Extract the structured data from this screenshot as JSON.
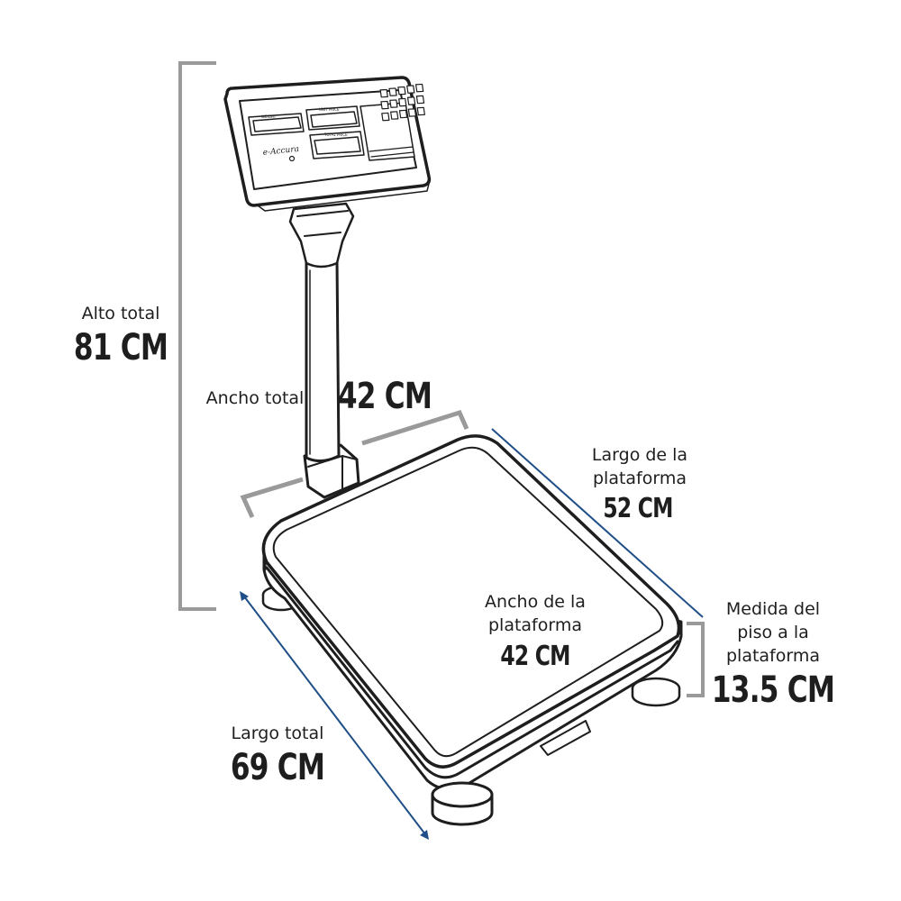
{
  "colors": {
    "outline": "#1e1e1e",
    "gray_dimension": "#9a9a9a",
    "blue_dimension": "#1f4f86",
    "background": "#ffffff"
  },
  "display": {
    "weight_label": "WEIGHT",
    "unit_price_label": "UNIT PRICE",
    "total_price_label": "TOTAL PRICE",
    "brand": "e-Accura"
  },
  "dimensions": {
    "alto_total": {
      "label": "Alto total",
      "value": "81 CM"
    },
    "ancho_total": {
      "label": "Ancho total",
      "value": "42 CM"
    },
    "largo_plataforma": {
      "label_line1": "Largo de la",
      "label_line2": "plataforma",
      "value": "52 CM"
    },
    "ancho_plataforma": {
      "label_line1": "Ancho de la",
      "label_line2": "plataforma",
      "value": "42 CM"
    },
    "medida_piso": {
      "label_line1": "Medida del",
      "label_line2": "piso a la",
      "label_line3": "plataforma",
      "value": "13.5 CM"
    },
    "largo_total": {
      "label": "Largo total",
      "value": "69 CM"
    }
  }
}
